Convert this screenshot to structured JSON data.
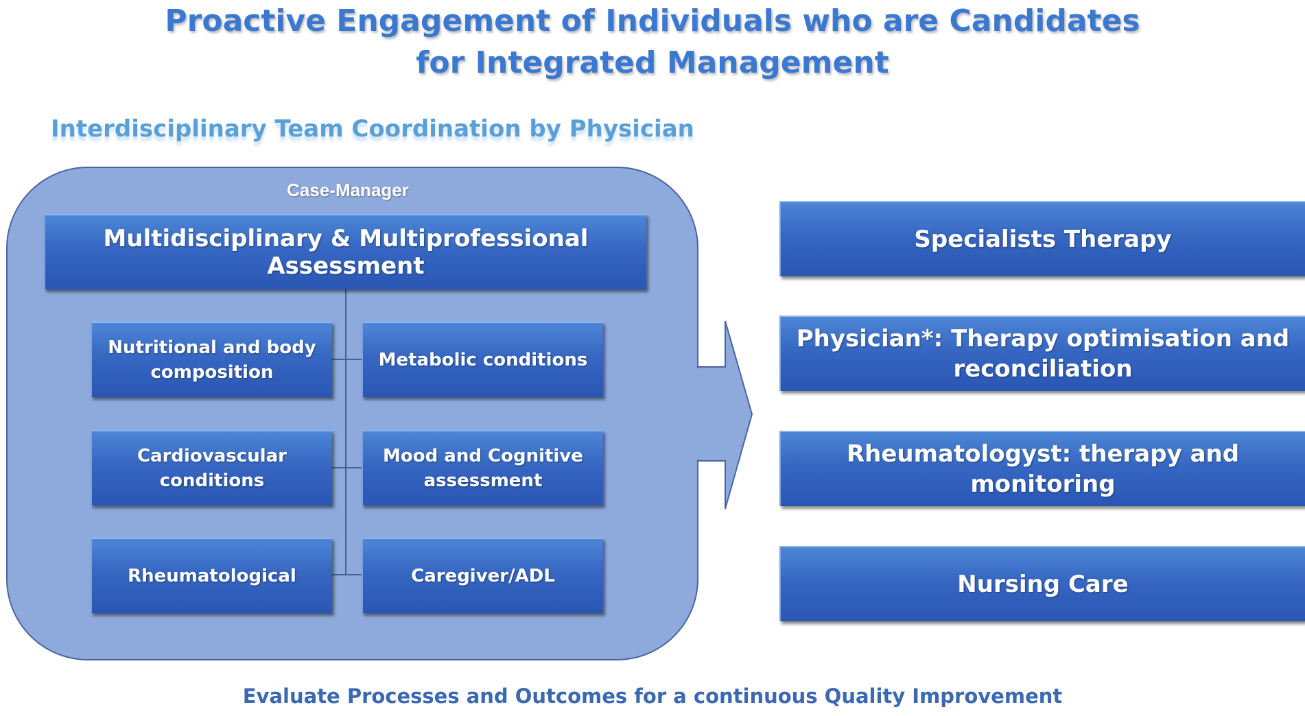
{
  "title": {
    "line1": "Proactive Engagement of Individuals who are Candidates",
    "line2": "for Integrated Management"
  },
  "subtitle": "Interdisciplinary Team Coordination by Physician",
  "case_manager": {
    "label": "Case-Manager",
    "assessment": "Multidisciplinary & Multiprofessional Assessment",
    "items": [
      "Nutritional  and body composition",
      "Metabolic conditions",
      "Cardiovascular conditions",
      "Mood and Cognitive assessment",
      "Rheumatological",
      "Caregiver/ADL"
    ]
  },
  "outcomes": [
    "Specialists Therapy",
    "Physician*: Therapy optimisation and reconciliation",
    "Rheumatologyst: therapy and monitoring",
    "Nursing Care"
  ],
  "footer": "Evaluate Processes and Outcomes for a continuous Quality Improvement",
  "colors": {
    "title": "#3b78d0",
    "panel": "#8eaadc",
    "box": "#3667c2",
    "footer": "#3a68b3"
  }
}
